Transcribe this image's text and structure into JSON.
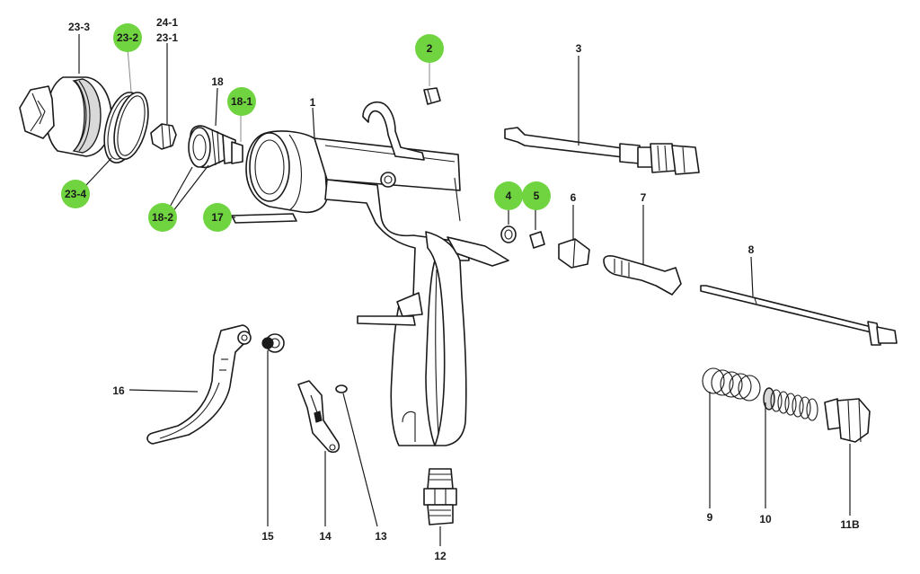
{
  "colors": {
    "highlight": "#6fd440",
    "line": "#1a1a1a",
    "background": "#ffffff"
  },
  "labels": {
    "p23_3": "23-3",
    "p23_2": "23-2",
    "p24_1": "24-1",
    "p23_1": "23-1",
    "p18": "18",
    "p18_1": "18-1",
    "p23_4": "23-4",
    "p18_2": "18-2",
    "p17": "17",
    "p1": "1",
    "p2": "2",
    "p3": "3",
    "p4": "4",
    "p5": "5",
    "p6": "6",
    "p7": "7",
    "p8": "8",
    "p16": "16",
    "p15": "15",
    "p14": "14",
    "p13": "13",
    "p12": "12",
    "p9": "9",
    "p10": "10",
    "p11b": "11B"
  },
  "highlighted_parts": [
    "23-2",
    "18-1",
    "23-4",
    "18-2",
    "17",
    "2",
    "4",
    "5"
  ]
}
